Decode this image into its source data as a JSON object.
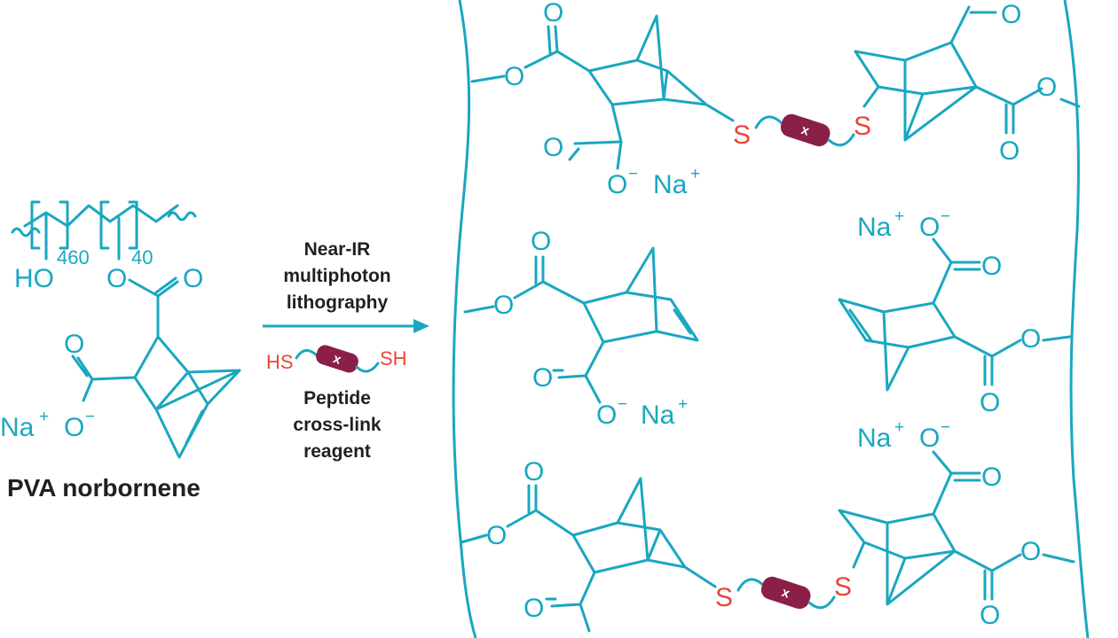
{
  "colors": {
    "chemistry": "#1aa7c0",
    "sulfur": "#e8473c",
    "peptide": "#8a1f48",
    "label": "#231f20"
  },
  "monomer": {
    "title": "PVA norbornene",
    "subscript_a": "460",
    "subscript_b": "40",
    "hydroxyl": "HO",
    "oxygen": "O",
    "carbonyl_o": "O",
    "carbox_o": "O",
    "sodium": "Na",
    "plus": "+",
    "oxide": "O",
    "minus": "−"
  },
  "arrow": {
    "line1": "Near-IR",
    "line2": "multiphoton",
    "line3": "lithography"
  },
  "reagent": {
    "left_thiol": "HS",
    "right_thiol": "SH",
    "pill_label": "x",
    "caption1": "Peptide",
    "caption2": "cross-link",
    "caption3": "reagent"
  },
  "network": {
    "sulfur": "S",
    "pill_label": "x",
    "oxygen": "O",
    "sodium": "Na",
    "plus": "+",
    "minus": "−"
  }
}
